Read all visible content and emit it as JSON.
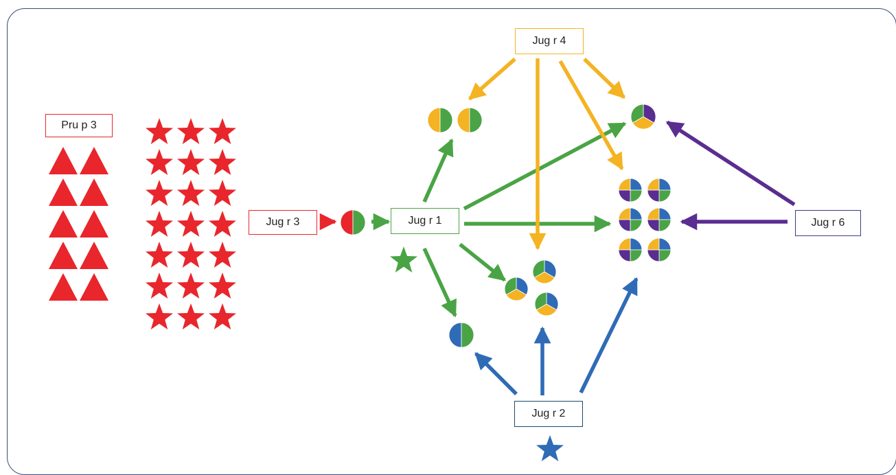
{
  "colors": {
    "red": "#e8262c",
    "green": "#4aa445",
    "blue": "#2f6bb6",
    "orange": "#f4b323",
    "purple": "#5a2d90",
    "frame": "#3a4a7a"
  },
  "labels": {
    "prueba": "Pru p 3",
    "jugr1": "Jug r 1",
    "jugr2": "Jug r 2",
    "jugr3": "Jug r 3",
    "jugr4": "Jug r 4",
    "jugr6": "Jug r 6"
  },
  "legend_icons": {
    "jugr1": "green-star",
    "jugr2": "blue-star"
  },
  "shapes": {
    "triangles": 10,
    "stars": 21
  }
}
